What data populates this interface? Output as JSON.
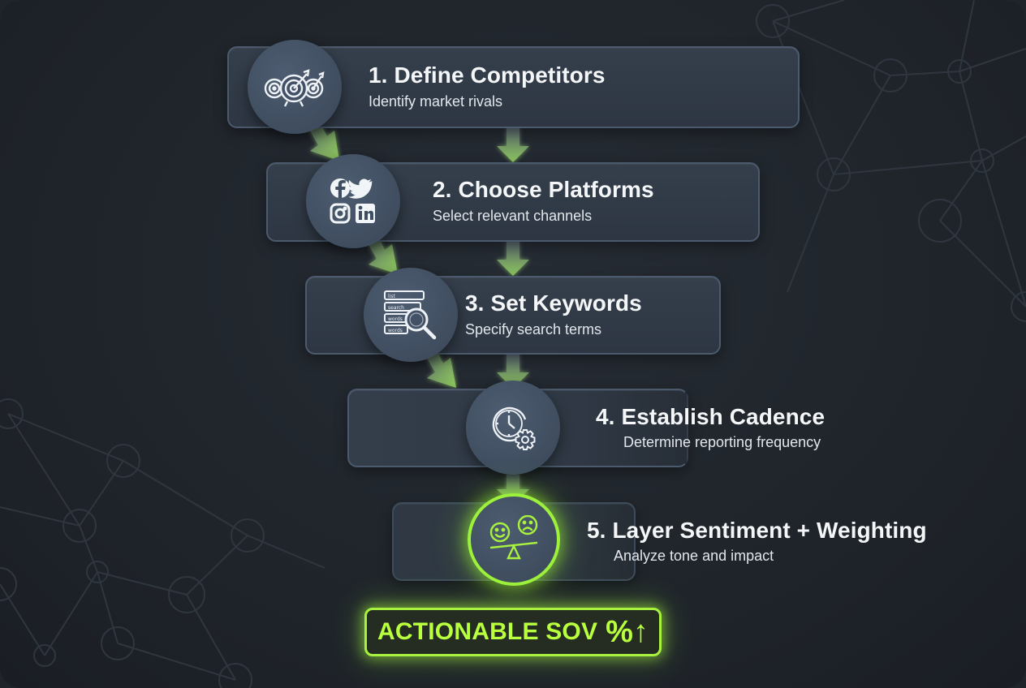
{
  "steps": [
    {
      "number": "1.",
      "title": "Define Competitors",
      "subtitle": "Identify market rivals",
      "icon": "targets-icon"
    },
    {
      "number": "2.",
      "title": "Choose Platforms",
      "subtitle": "Select relevant channels",
      "icon": "social-platforms-icon"
    },
    {
      "number": "3.",
      "title": "Set Keywords",
      "subtitle": "Specify search terms",
      "icon": "keyword-search-icon"
    },
    {
      "number": "4.",
      "title": "Establish Cadence",
      "subtitle": "Determine reporting frequency",
      "icon": "clock-gear-icon"
    },
    {
      "number": "5.",
      "title": "Layer Sentiment + Weighting",
      "subtitle": "Analyze tone and impact",
      "icon": "sentiment-scale-icon"
    }
  ],
  "keyword_icon_labels": [
    "list",
    "search",
    "words",
    "words"
  ],
  "result": {
    "label": "ACTIONABLE SOV",
    "suffix": "%↑"
  },
  "colors": {
    "accent": "#a8f23f",
    "card": "#323c48",
    "card_border": "#4b5a6c",
    "background": "#1f242b"
  }
}
